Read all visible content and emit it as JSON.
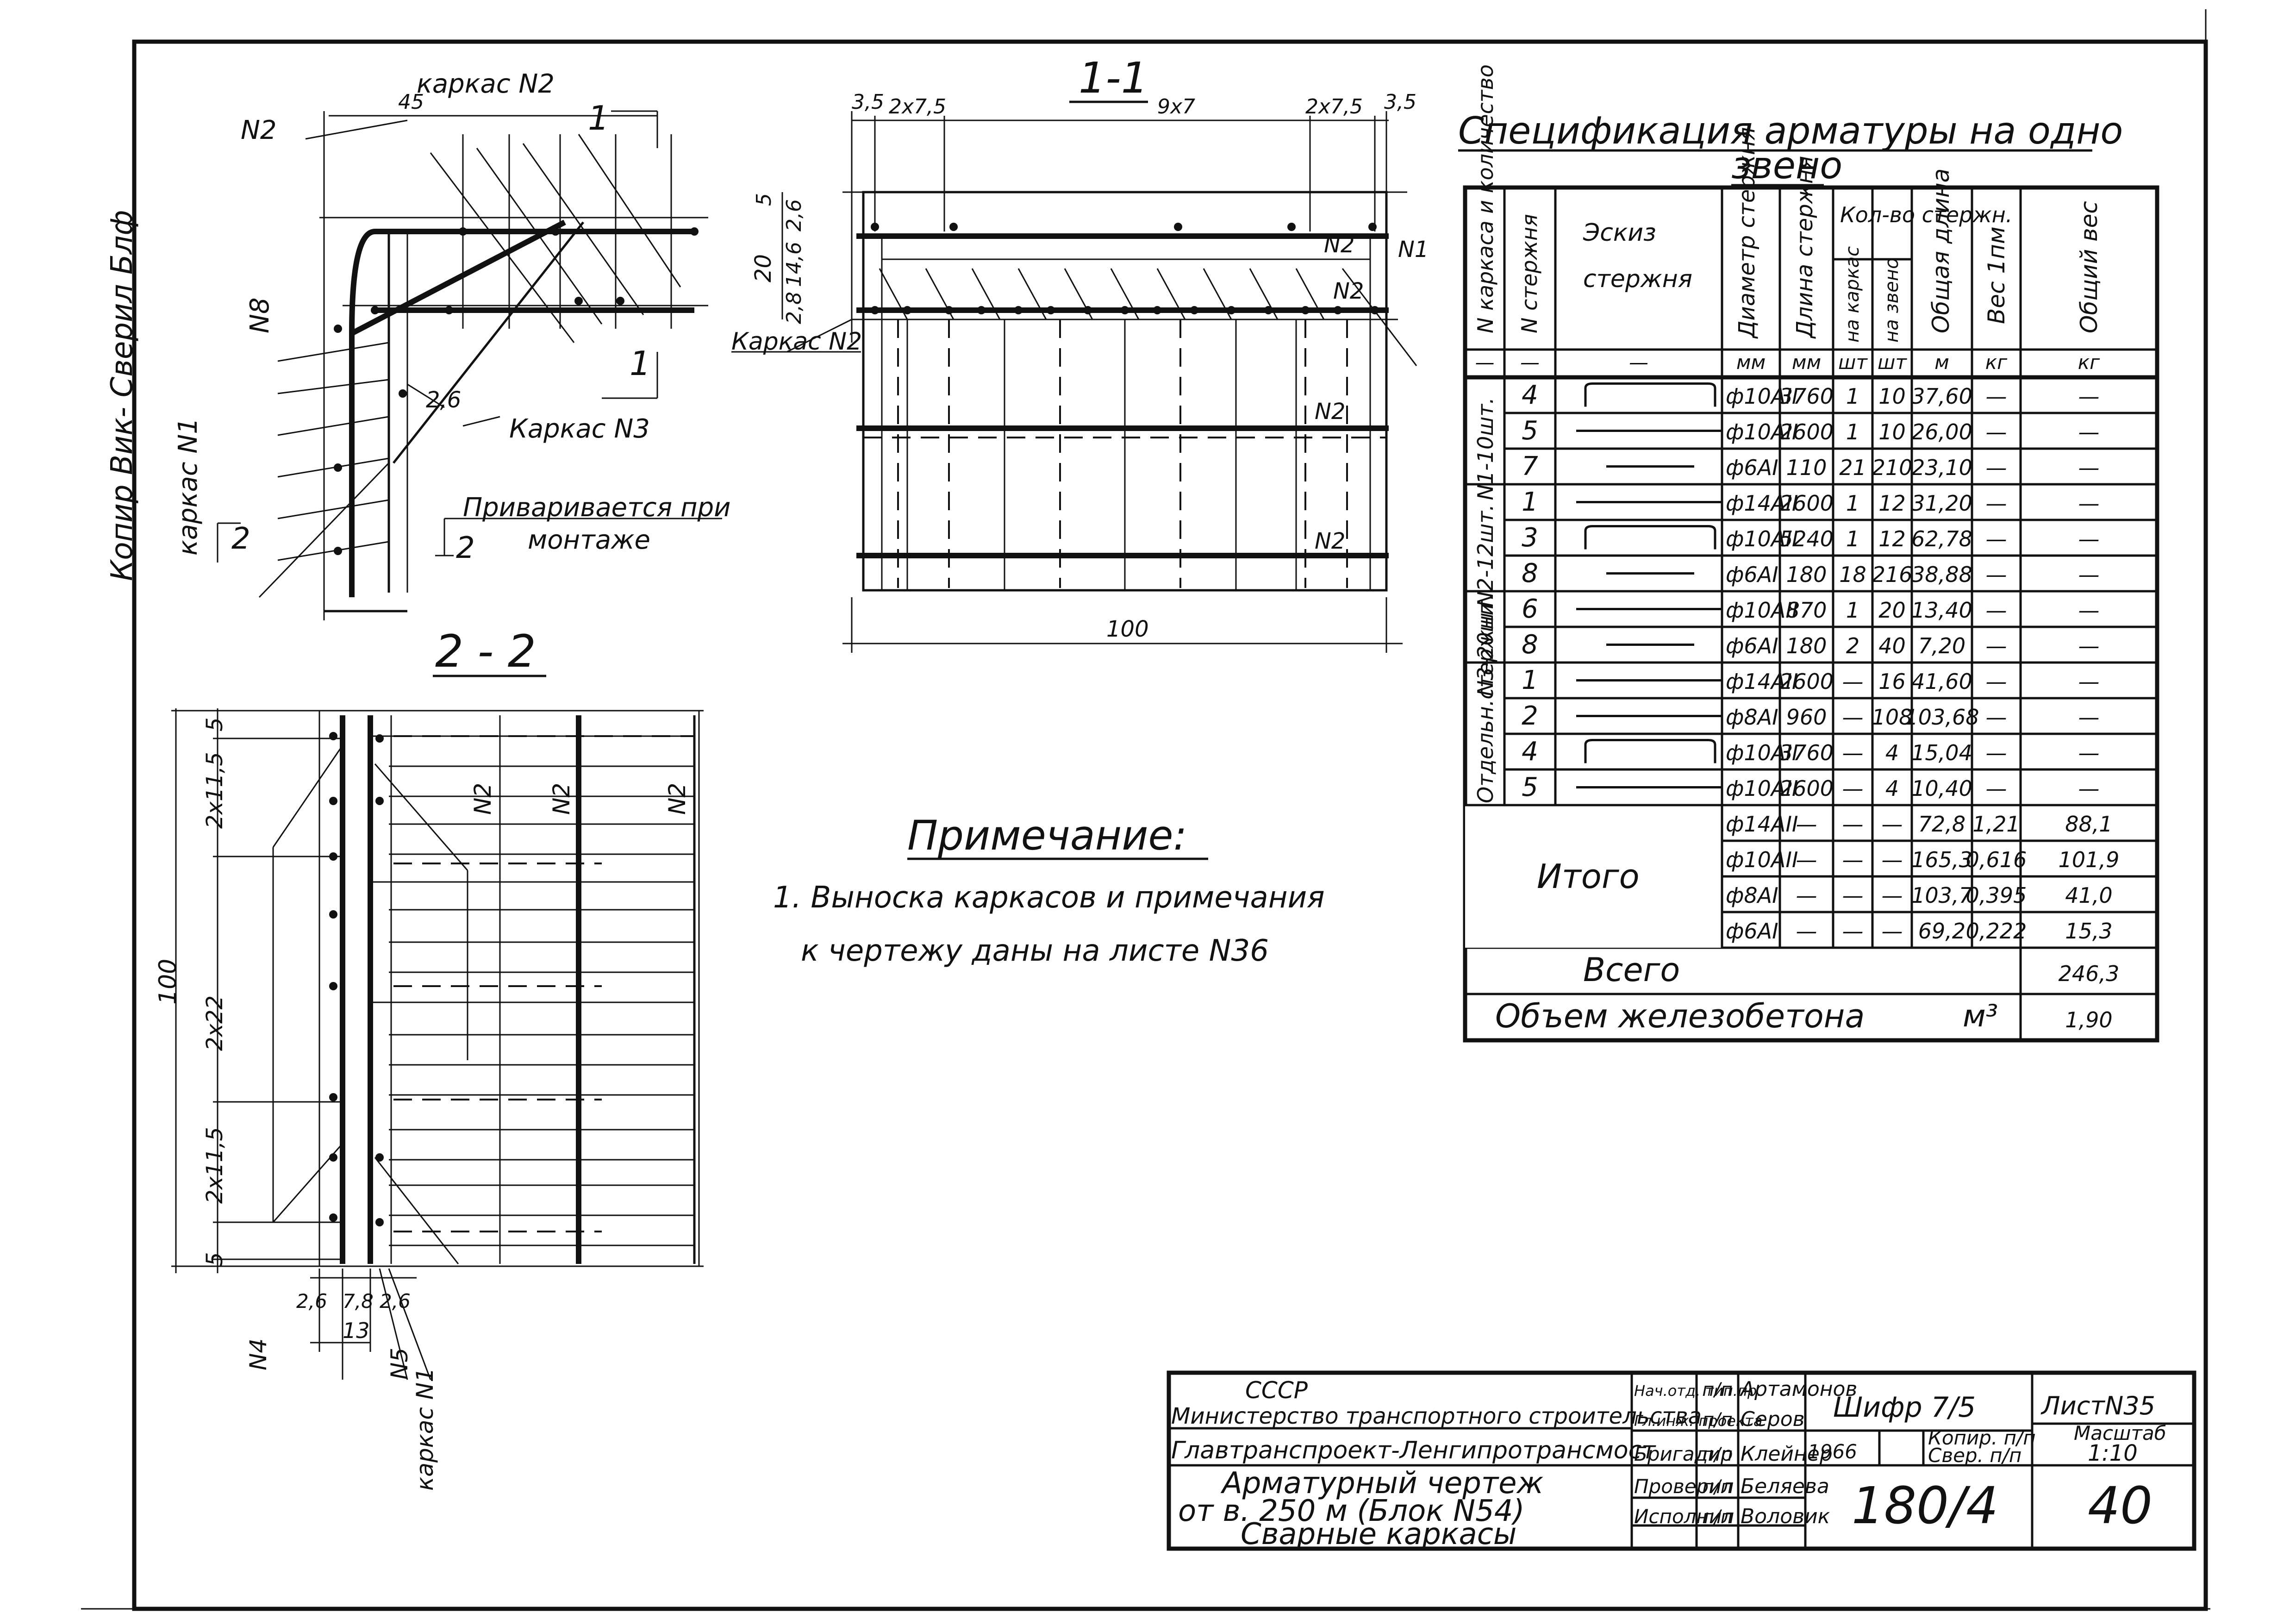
{
  "copy_note": "Копир Вик- Сверил Блф",
  "views": {
    "upper_left": {
      "karkas2": "каркас N2",
      "dim45": "45",
      "mark1": "1",
      "n2": "N2",
      "n8": "N8",
      "karkas1": "каркас N1",
      "dim26": "2,6",
      "karkas3": "Каркас N3",
      "welded": "Приваривается при",
      "welded2": "монтаже",
      "mark2": "2"
    },
    "section11": {
      "title": "1-1",
      "d35a": "3,5",
      "d275a": "2х7,5",
      "d97": "9х7",
      "d275b": "2х7,5",
      "d35b": "3,5",
      "d5": "5",
      "d26": "2,6",
      "d20": "20",
      "d146": "14,6",
      "d28": "2,8",
      "n2a": "N2",
      "n1": "N1",
      "n2b": "N2",
      "karkas2": "Каркас N2",
      "n2c": "N2",
      "n2d": "N2",
      "d100": "100"
    },
    "section22": {
      "title": "2 - 2",
      "d5a": "5",
      "d2115a": "2х11,5",
      "d100": "100",
      "d222": "2х22",
      "d2115b": "2х11,5",
      "d5b": "5",
      "d26a": "2,6",
      "d78": "7,8",
      "d26b": "2,6",
      "d13": "13",
      "n4": "N4",
      "n5": "N5",
      "karkas1": "каркас N1",
      "n2a": "N2",
      "n2b": "N2",
      "n2c": "N2"
    }
  },
  "note": {
    "title": "Примечание:",
    "line1": "1. Выноска   каркасов и примечания",
    "line2": "к чертежу   даны на листе N36"
  },
  "spec": {
    "title": "Спецификация арматуры на одно",
    "title2": "звено",
    "headers": {
      "karkas": "N каркаса и количество",
      "rod": "N стержня",
      "sketch1": "Эскиз",
      "sketch2": "стержня",
      "diam": "Диаметр стержня",
      "length": "Длина стержня",
      "count": "Кол-во стержн.",
      "on_karkas": "на каркас",
      "on_link": "на звено",
      "total_len": "Общая длина",
      "weight": "Вес 1пм",
      "total_w": "Общий вес"
    },
    "units": [
      "—",
      "—",
      "—",
      "мм",
      "мм",
      "шт",
      "шт",
      "м",
      "кг",
      "кг"
    ],
    "groups": [
      {
        "label": "N1-10шт.",
        "rows": [
          {
            "rod": "4",
            "sketch": "bent",
            "diam": "ф10АII",
            "len": "3760",
            "k": "1",
            "z": "10",
            "tl": "37,60",
            "w": "—",
            "tw": "—"
          },
          {
            "rod": "5",
            "sketch": "straight",
            "diam": "ф10АII",
            "len": "2600",
            "k": "1",
            "z": "10",
            "tl": "26,00",
            "w": "—",
            "tw": "—"
          },
          {
            "rod": "7",
            "sketch": "short",
            "diam": "ф6АI",
            "len": "110",
            "k": "21",
            "z": "210",
            "tl": "23,10",
            "w": "—",
            "tw": "—"
          }
        ]
      },
      {
        "label": "N2-12шт.",
        "rows": [
          {
            "rod": "1",
            "sketch": "straight",
            "diam": "ф14АII",
            "len": "2600",
            "k": "1",
            "z": "12",
            "tl": "31,20",
            "w": "—",
            "tw": "—"
          },
          {
            "rod": "3",
            "sketch": "bent",
            "diam": "ф10АII",
            "len": "5240",
            "k": "1",
            "z": "12",
            "tl": "62,78",
            "w": "—",
            "tw": "—"
          },
          {
            "rod": "8",
            "sketch": "short",
            "diam": "ф6АI",
            "len": "180",
            "k": "18",
            "z": "216",
            "tl": "38,88",
            "w": "—",
            "tw": "—"
          }
        ]
      },
      {
        "label": "N3-20шт.",
        "rows": [
          {
            "rod": "6",
            "sketch": "straight",
            "diam": "ф10АII",
            "len": "870",
            "k": "1",
            "z": "20",
            "tl": "13,40",
            "w": "—",
            "tw": "—"
          },
          {
            "rod": "8",
            "sketch": "short",
            "diam": "ф6АI",
            "len": "180",
            "k": "2",
            "z": "40",
            "tl": "7,20",
            "w": "—",
            "tw": "—"
          }
        ]
      },
      {
        "label": "Отдельн.стержни",
        "rows": [
          {
            "rod": "1",
            "sketch": "straight",
            "diam": "ф14АII",
            "len": "2600",
            "k": "—",
            "z": "16",
            "tl": "41,60",
            "w": "—",
            "tw": "—"
          },
          {
            "rod": "2",
            "sketch": "straight",
            "diam": "ф8АI",
            "len": "960",
            "k": "—",
            "z": "108",
            "tl": "103,68",
            "w": "—",
            "tw": "—"
          },
          {
            "rod": "4",
            "sketch": "bent",
            "diam": "ф10АII",
            "len": "3760",
            "k": "—",
            "z": "4",
            "tl": "15,04",
            "w": "—",
            "tw": "—"
          },
          {
            "rod": "5",
            "sketch": "straight",
            "diam": "ф10АII",
            "len": "2600",
            "k": "—",
            "z": "4",
            "tl": "10,40",
            "w": "—",
            "tw": "—"
          }
        ]
      }
    ],
    "itogo": "Итого",
    "totals": [
      {
        "diam": "ф14АII",
        "len": "—",
        "k": "—",
        "z": "—",
        "tl": "72,8",
        "w": "1,21",
        "tw": "88,1"
      },
      {
        "diam": "ф10АII",
        "len": "—",
        "k": "—",
        "z": "—",
        "tl": "165,3",
        "w": "0,616",
        "tw": "101,9"
      },
      {
        "diam": "ф8АI",
        "len": "—",
        "k": "—",
        "z": "—",
        "tl": "103,7",
        "w": "0,395",
        "tw": "41,0"
      },
      {
        "diam": "ф6АI",
        "len": "—",
        "k": "—",
        "z": "—",
        "tl": "69,2",
        "w": "0,222",
        "tw": "15,3"
      }
    ],
    "vsego": "Всего",
    "vsego_val": "246,3",
    "volume": "Объем   железобетона",
    "volume_unit": "м³",
    "volume_val": "1,90"
  },
  "stamp": {
    "ussr": "СССР",
    "ministry": "Министерство транспортного строительства",
    "org": "Главтранспроект-Ленгипротрансмост",
    "title1": "Арматурный чертеж",
    "title2": "от в. 250 м (Блок N54)",
    "title3": "Сварные каркасы",
    "roles": [
      "Нач.отд. тип.пр.",
      "Гл.инж. проекта",
      "Бригадир",
      "Проверил",
      "Исполнил"
    ],
    "signs": [
      "п/п",
      "п/п",
      "п/п",
      "п/п",
      "п/п"
    ],
    "names": [
      "Артамонов",
      "Серов",
      "Клейнер",
      "Беляева",
      "Воловик"
    ],
    "year": "1966",
    "cipher": "Шифр 7/5",
    "sheet": "ЛистN35",
    "copy": "Копир. п/п",
    "verified": "Свер. п/п",
    "scale_label": "Масштаб",
    "scale": "1:10",
    "number": "180/4",
    "sheet_no": "40"
  }
}
